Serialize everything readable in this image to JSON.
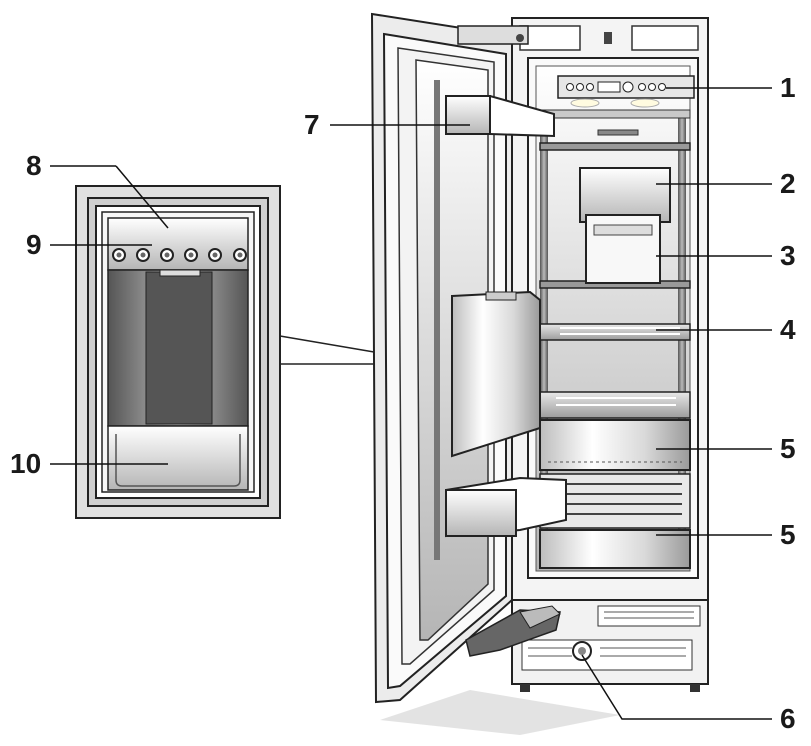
{
  "callouts": {
    "c1": "1",
    "c2": "2",
    "c3": "3",
    "c4": "4",
    "c5a": "5",
    "c5b": "5",
    "c6": "6",
    "c7": "7",
    "c8": "8",
    "c9": "9",
    "c10": "10"
  }
}
